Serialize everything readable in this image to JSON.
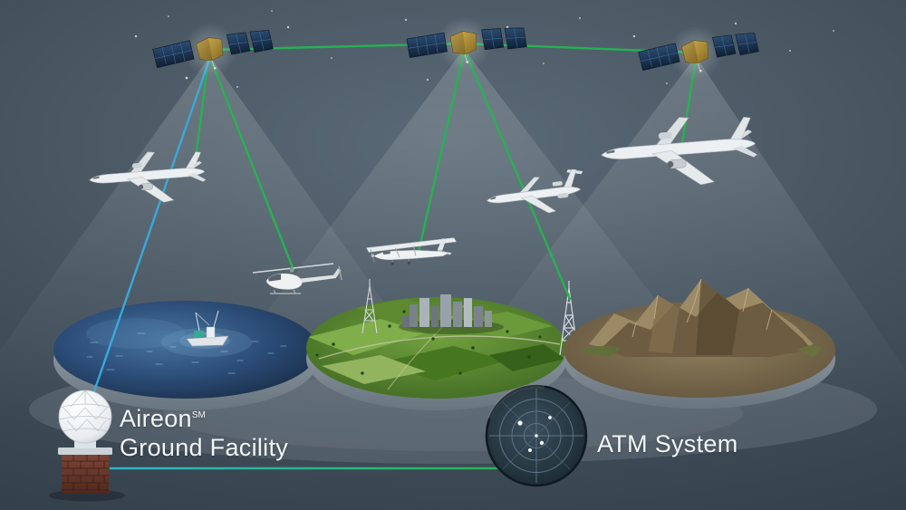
{
  "labels": {
    "ground_facility": {
      "brand": "Aireon",
      "trademark": "SM",
      "name": "Ground Facility"
    },
    "atm_system": "ATM System"
  },
  "colors": {
    "bg-top": "#5a6a76",
    "bg-bottom": "#2e3944",
    "link-green": "#27b153",
    "link-blue": "#39a9da",
    "feed-teal": "#2fb4c8",
    "label-text": "#f3f6f8"
  },
  "diagram": {
    "satellites": [
      {
        "name": "satellite-left"
      },
      {
        "name": "satellite-center"
      },
      {
        "name": "satellite-right"
      }
    ],
    "crosslinks": [
      {
        "from": "satellite-left",
        "to": "satellite-center",
        "color": "green"
      },
      {
        "from": "satellite-center",
        "to": "satellite-right",
        "color": "green"
      }
    ],
    "aircraft": [
      {
        "name": "airliner-left",
        "linked_to": "satellite-left",
        "link_color": "green"
      },
      {
        "name": "helicopter",
        "linked_to": "satellite-left",
        "link_color": "green"
      },
      {
        "name": "light-aircraft",
        "linked_to": "satellite-center",
        "link_color": "green"
      },
      {
        "name": "business-jet",
        "linked_to": "satellite-center",
        "link_color": "green"
      },
      {
        "name": "airliner-right",
        "linked_to": "satellite-right",
        "link_color": "green"
      }
    ],
    "terrain_discs": [
      {
        "name": "ocean-disc",
        "features": [
          "service-vessel",
          "waves"
        ]
      },
      {
        "name": "farmland-disc",
        "features": [
          "city-buildings",
          "radio-tower-left",
          "radio-tower-right",
          "fields",
          "roads"
        ]
      },
      {
        "name": "mountain-disc",
        "features": [
          "mountain-range"
        ]
      }
    ],
    "ground_segment": [
      {
        "name": "ground-facility-dome",
        "linked_to": "satellite-left",
        "link_color": "blue"
      },
      {
        "name": "atm-radar-display",
        "linked_to": "ground-facility",
        "link_color": "teal-green"
      }
    ]
  }
}
